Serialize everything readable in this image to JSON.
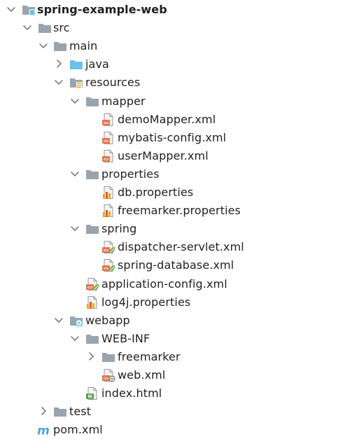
{
  "project_tree": {
    "colors": {
      "folder": "#9aa4ad",
      "source_folder": "#6bc1e8",
      "xml_badge": "#e8744a",
      "properties_bars": "#f0a322",
      "spring_leaf": "#6ab04c",
      "maven_m": "#4aa3df",
      "html_badge": "#5aa155",
      "arrow": "#6e6e6e",
      "text": "#1f1f1f"
    },
    "rows": [
      {
        "label": "spring-example-web",
        "icon": "module-folder-icon",
        "expanded": true
      },
      {
        "label": "src",
        "icon": "folder-icon",
        "expanded": true
      },
      {
        "label": "main",
        "icon": "folder-icon",
        "expanded": true
      },
      {
        "label": "java",
        "icon": "source-folder-icon",
        "expanded": false
      },
      {
        "label": "resources",
        "icon": "resources-folder-icon",
        "expanded": true
      },
      {
        "label": "mapper",
        "icon": "folder-icon",
        "expanded": true
      },
      {
        "label": "demoMapper.xml",
        "icon": "xml-file-icon"
      },
      {
        "label": "mybatis-config.xml",
        "icon": "xml-file-icon"
      },
      {
        "label": "userMapper.xml",
        "icon": "xml-file-icon"
      },
      {
        "label": "properties",
        "icon": "folder-icon",
        "expanded": true
      },
      {
        "label": "db.properties",
        "icon": "properties-file-icon"
      },
      {
        "label": "freemarker.properties",
        "icon": "properties-file-icon"
      },
      {
        "label": "spring",
        "icon": "folder-icon",
        "expanded": true
      },
      {
        "label": "dispatcher-servlet.xml",
        "icon": "spring-xml-file-icon"
      },
      {
        "label": "spring-database.xml",
        "icon": "spring-xml-file-icon"
      },
      {
        "label": "application-config.xml",
        "icon": "spring-xml-file-icon"
      },
      {
        "label": "log4j.properties",
        "icon": "properties-file-icon"
      },
      {
        "label": "webapp",
        "icon": "web-folder-icon",
        "expanded": true
      },
      {
        "label": "WEB-INF",
        "icon": "folder-icon",
        "expanded": true
      },
      {
        "label": "freemarker",
        "icon": "folder-icon",
        "expanded": false
      },
      {
        "label": "web.xml",
        "icon": "web-xml-file-icon"
      },
      {
        "label": "index.html",
        "icon": "html-file-icon"
      },
      {
        "label": "test",
        "icon": "folder-icon",
        "expanded": false
      },
      {
        "label": "pom.xml",
        "icon": "maven-pom-icon"
      }
    ]
  }
}
